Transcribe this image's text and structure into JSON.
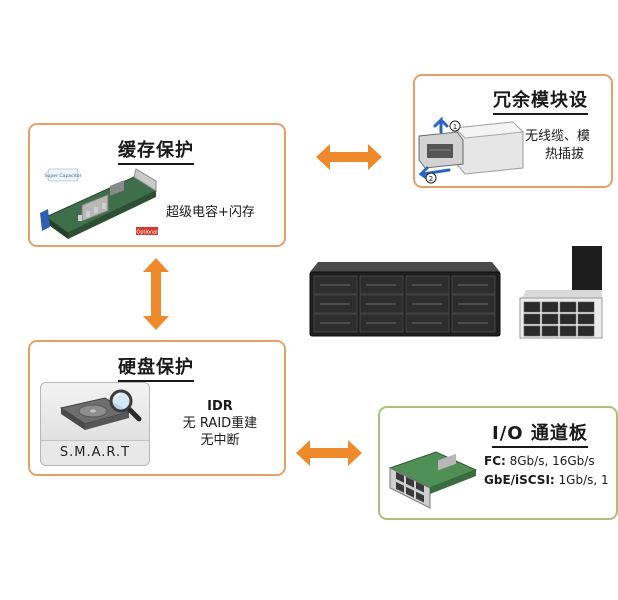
{
  "cache_box": {
    "title": "缓存保护",
    "board_badge": "Super Capacitor",
    "board_tag": "Optional",
    "caption": "超级电容+闪存"
  },
  "disk_box": {
    "title": "硬盘保护",
    "smart_label": "S.M.A.R.T",
    "line1": "IDR",
    "line2": "无 RAID重建",
    "line3": "无中断"
  },
  "redundant_box": {
    "title": "冗余模块设",
    "line1": "无线缆、模",
    "line2": "热插拔",
    "step1": "1",
    "step2": "2"
  },
  "io_box": {
    "title": "I/O 通道板",
    "fc_label": "FC:",
    "fc_value": " 8Gb/s, 16Gb/s",
    "gbe_label": "GbE/iSCSI:",
    "gbe_value": " 1Gb/s, 1"
  },
  "colors": {
    "arrow": "#ee8a2c",
    "box_border_orange": "#e8a06a",
    "box_border_green": "#a9c27a"
  }
}
